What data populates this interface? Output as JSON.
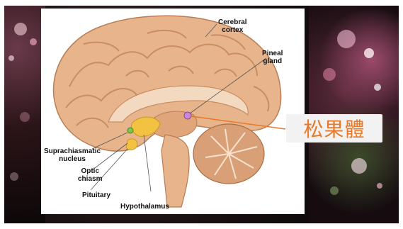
{
  "labels": {
    "cerebral_cortex_line1": "Cerebral",
    "cerebral_cortex_line2": "cortex",
    "pineal_line1": "Pineal",
    "pineal_line2": "gland",
    "suprachiasmatic_line1": "Suprachiasmatic",
    "suprachiasmatic_line2": "nucleus",
    "optic_line1": "Optic",
    "optic_line2": "chiasm",
    "pituitary": "Pituitary",
    "hypothalamus": "Hypothalamus"
  },
  "callout": {
    "text": "松果體",
    "color": "#e8792a"
  },
  "colors": {
    "brain_tissue": "#e7b48c",
    "brain_shadow": "#c98d63",
    "hypothalamus": "#f2c240",
    "pineal": "#c78ad6",
    "leader_line": "#e8792a"
  }
}
